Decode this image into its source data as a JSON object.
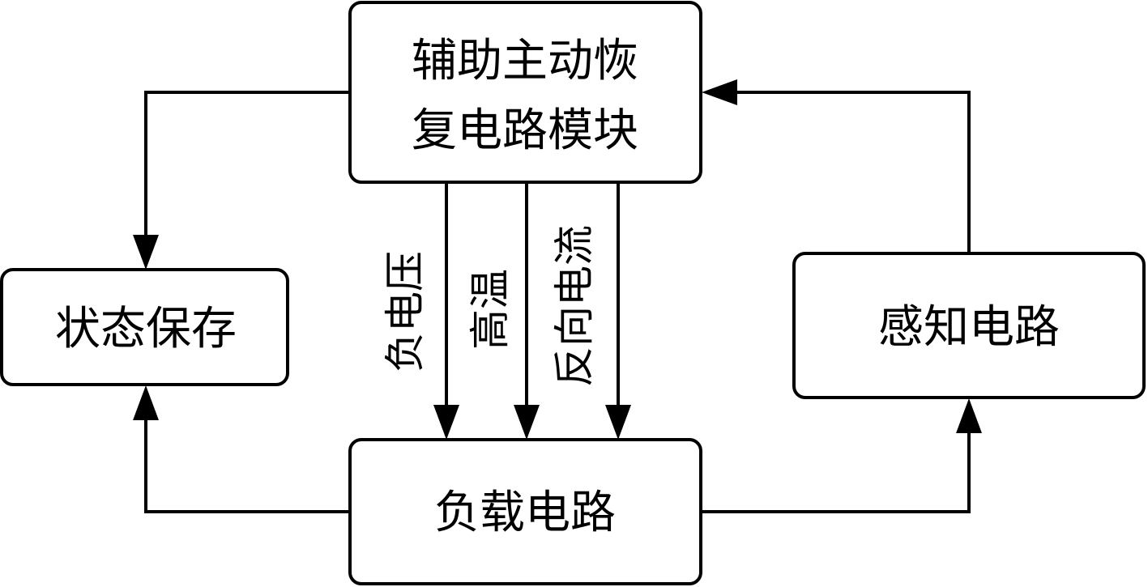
{
  "nodes": {
    "aux_recovery": {
      "lines": [
        "辅助主动恢",
        "复电路模块"
      ]
    },
    "state_save": {
      "text": "状态保存"
    },
    "sensing": {
      "text": "感知电路"
    },
    "load": {
      "text": "负载电路"
    }
  },
  "edge_labels": {
    "negative_voltage": "负电压",
    "high_temp": "高温",
    "reverse_current": "反向电流"
  }
}
